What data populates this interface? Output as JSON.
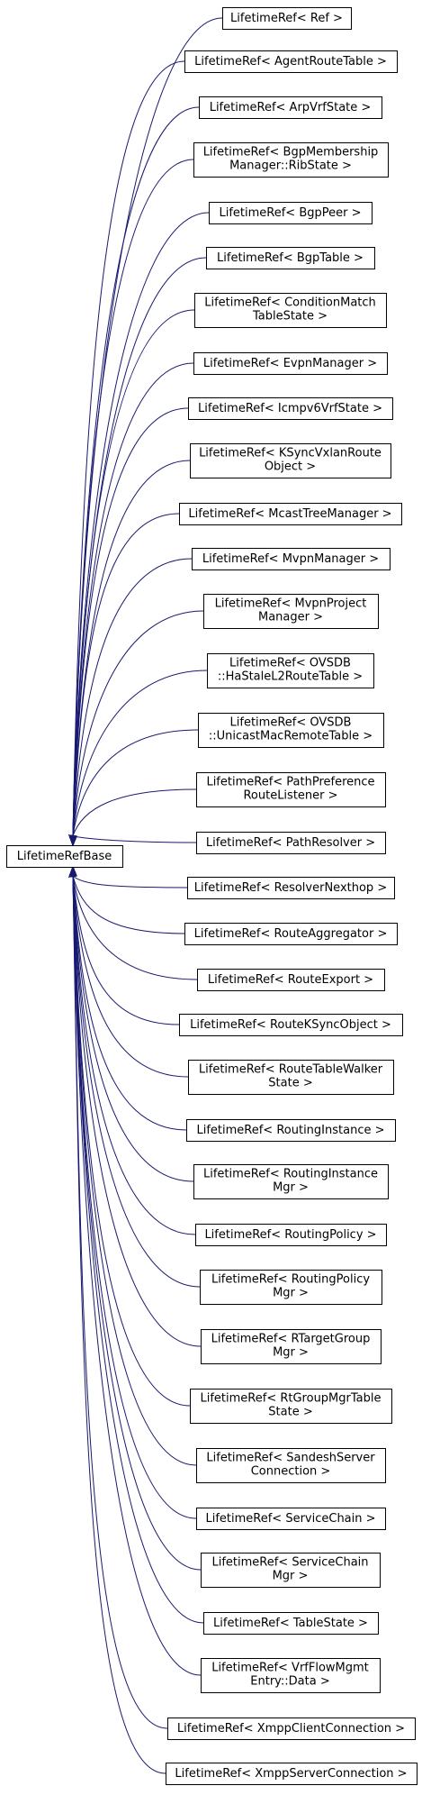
{
  "base": {
    "label": "LifetimeRefBase"
  },
  "derived": [
    [
      "LifetimeRef< Ref >"
    ],
    [
      "LifetimeRef< AgentRouteTable >"
    ],
    [
      "LifetimeRef< ArpVrfState >"
    ],
    [
      "LifetimeRef< BgpMembership",
      "Manager::RibState >"
    ],
    [
      "LifetimeRef< BgpPeer >"
    ],
    [
      "LifetimeRef< BgpTable >"
    ],
    [
      "LifetimeRef< ConditionMatch",
      "TableState >"
    ],
    [
      "LifetimeRef< EvpnManager >"
    ],
    [
      "LifetimeRef< Icmpv6VrfState >"
    ],
    [
      "LifetimeRef< KSyncVxlanRoute",
      "Object >"
    ],
    [
      "LifetimeRef< McastTreeManager >"
    ],
    [
      "LifetimeRef< MvpnManager >"
    ],
    [
      "LifetimeRef< MvpnProject",
      "Manager >"
    ],
    [
      "LifetimeRef< OVSDB",
      "::HaStaleL2RouteTable >"
    ],
    [
      "LifetimeRef< OVSDB",
      "::UnicastMacRemoteTable >"
    ],
    [
      "LifetimeRef< PathPreference",
      "RouteListener >"
    ],
    [
      "LifetimeRef< PathResolver >"
    ],
    [
      "LifetimeRef< ResolverNexthop >"
    ],
    [
      "LifetimeRef< RouteAggregator >"
    ],
    [
      "LifetimeRef< RouteExport >"
    ],
    [
      "LifetimeRef< RouteKSyncObject >"
    ],
    [
      "LifetimeRef< RouteTableWalker",
      "State >"
    ],
    [
      "LifetimeRef< RoutingInstance >"
    ],
    [
      "LifetimeRef< RoutingInstance",
      "Mgr >"
    ],
    [
      "LifetimeRef< RoutingPolicy >"
    ],
    [
      "LifetimeRef< RoutingPolicy",
      "Mgr >"
    ],
    [
      "LifetimeRef< RTargetGroup",
      "Mgr >"
    ],
    [
      "LifetimeRef< RtGroupMgrTable",
      "State >"
    ],
    [
      "LifetimeRef< SandeshServer",
      "Connection >"
    ],
    [
      "LifetimeRef< ServiceChain >"
    ],
    [
      "LifetimeRef< ServiceChain",
      "Mgr >"
    ],
    [
      "LifetimeRef< TableState >"
    ],
    [
      "LifetimeRef< VrfFlowMgmt",
      "Entry::Data >"
    ],
    [
      "LifetimeRef< XmppClientConnection >"
    ],
    [
      "LifetimeRef< XmppServerConnection >"
    ]
  ],
  "colors": {
    "edge": "#191970",
    "box_stroke": "#000000",
    "background": "#ffffff"
  }
}
